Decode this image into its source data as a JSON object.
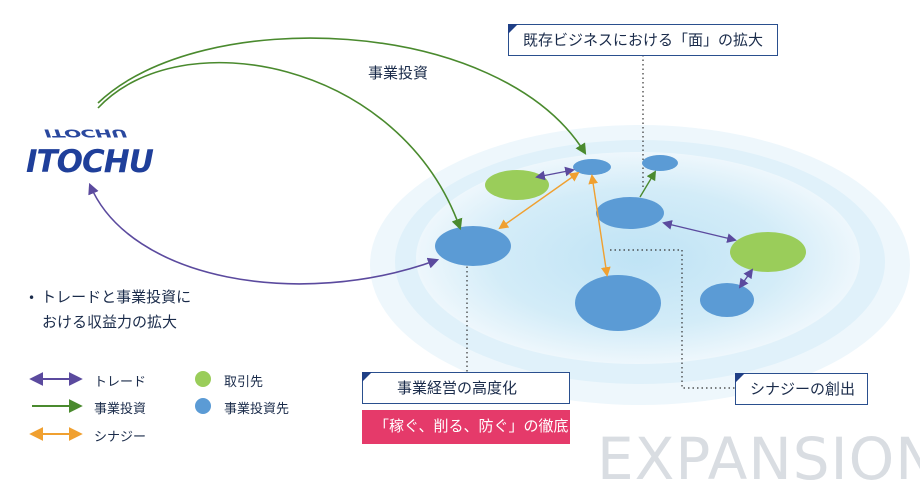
{
  "logo": {
    "text": "ITOCHU"
  },
  "arrows": {
    "investment_label": "事業投資"
  },
  "bullet": {
    "line1": "トレードと事業投資に",
    "line2": "おける収益力の拡大"
  },
  "callouts": {
    "top": "既存ビジネスにおける「面」の拡大",
    "management": "事業経営の高度化",
    "synergy": "シナジーの創出",
    "slogan": "「稼ぐ、削る、防ぐ」の徹底"
  },
  "legend": {
    "trade": "トレード",
    "investment": "事業投資",
    "synergy": "シナジー",
    "partner": "取引先",
    "investee": "事業投資先"
  },
  "watermark": "EXPANSION",
  "colors": {
    "trade": "#5b4a9e",
    "investment": "#4a8a2e",
    "synergy": "#f0a030",
    "partner": "#9acd5a",
    "investee": "#5b9bd5",
    "slogan_bg": "#e53a6a",
    "box_border": "#2a4f8e"
  }
}
